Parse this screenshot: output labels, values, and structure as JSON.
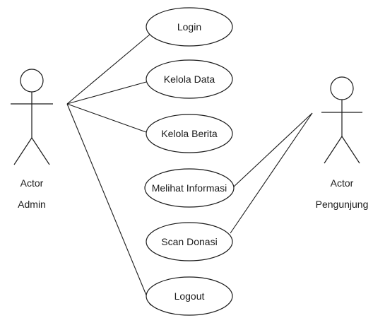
{
  "actors": {
    "admin": {
      "line1": "Actor",
      "line2": "Admin"
    },
    "pengunjung": {
      "line1": "Actor",
      "line2": "Pengunjung"
    }
  },
  "use_cases": {
    "login": "Login",
    "kelola_data": "Kelola Data",
    "kelola_berita": "Kelola Berita",
    "melihat_informasi": "Melihat Informasi",
    "scan_donasi": "Scan Donasi",
    "logout": "Logout"
  },
  "colors": {
    "stroke": "#1a1a1a",
    "background": "#ffffff"
  }
}
